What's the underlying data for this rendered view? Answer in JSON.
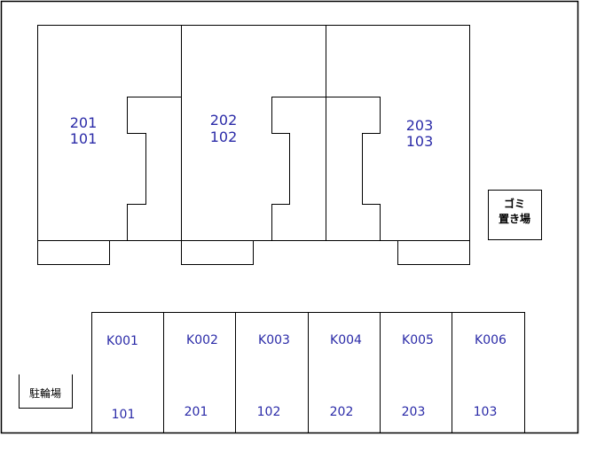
{
  "units": [
    {
      "upper": "201",
      "lower": "101"
    },
    {
      "upper": "202",
      "lower": "102"
    },
    {
      "upper": "203",
      "lower": "103"
    }
  ],
  "garbage_area": {
    "line1": "ゴミ",
    "line2": "置き場"
  },
  "bicycle_parking": {
    "label": "駐輪場"
  },
  "parking_spaces": [
    {
      "code": "K001",
      "assigned": "101"
    },
    {
      "code": "K002",
      "assigned": "201"
    },
    {
      "code": "K003",
      "assigned": "102"
    },
    {
      "code": "K004",
      "assigned": "202"
    },
    {
      "code": "K005",
      "assigned": "203"
    },
    {
      "code": "K006",
      "assigned": "103"
    }
  ],
  "colors": {
    "line": "#000000",
    "label": "#2b2ba8",
    "background": "#ffffff"
  }
}
